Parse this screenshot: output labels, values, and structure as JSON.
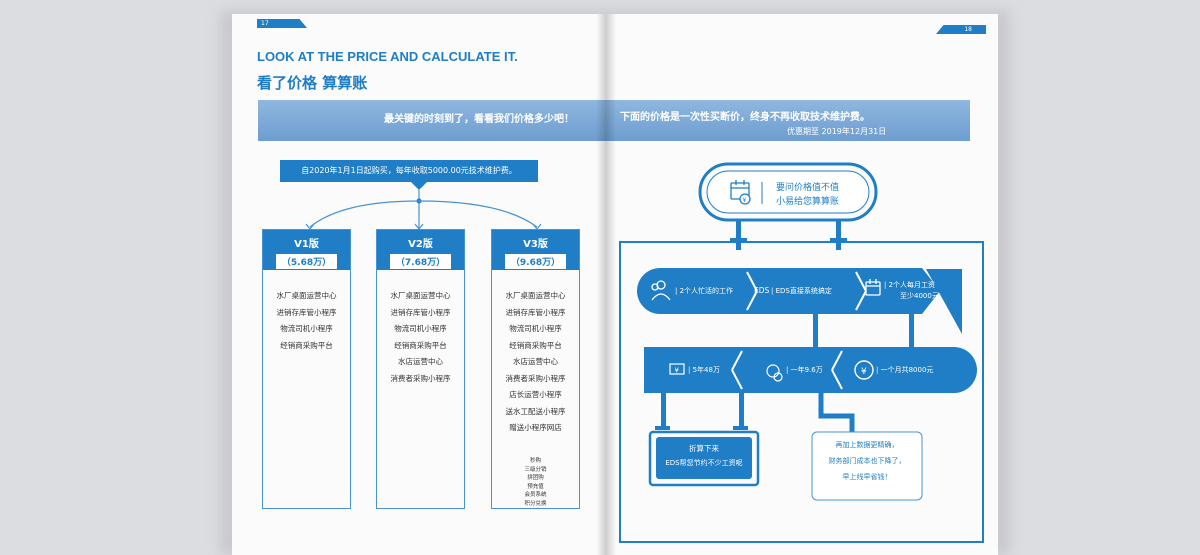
{
  "left_page": {
    "page_number": "17",
    "title_en": "LOOK AT THE PRICE AND CALCULATE IT.",
    "title_cn": "看了价格 算算账",
    "band_text": "最关键的时刻到了，看看我们价格多少吧！",
    "banner_text": "自2020年1月1日起购买，每年收取5000.00元技术维护费。",
    "versions": [
      {
        "name": "V1版",
        "price": "（5.68万）",
        "items": [
          "水厂桌面运营中心",
          "进销存库管小程序",
          "物流司机小程序",
          "经销商采购平台"
        ],
        "sub_items": []
      },
      {
        "name": "V2版",
        "price": "（7.68万）",
        "items": [
          "水厂桌面运营中心",
          "进销存库管小程序",
          "物流司机小程序",
          "经销商采购平台",
          "水店运营中心",
          "消费者采购小程序"
        ],
        "sub_items": []
      },
      {
        "name": "V3版",
        "price": "（9.68万）",
        "items": [
          "水厂桌面运营中心",
          "进销存库管小程序",
          "物流司机小程序",
          "经销商采购平台",
          "水店运营中心",
          "消费者采购小程序",
          "店长运营小程序",
          "送水工配送小程序",
          "赠送小程序网店"
        ],
        "sub_items": [
          "秒购",
          "三级分销",
          "拼团购",
          "预充值",
          "会员系统",
          "积分兑换"
        ]
      }
    ]
  },
  "right_page": {
    "page_number": "18",
    "band_text": "下面的价格是一次性买断价，终身不再收取技术维护费。",
    "band_subtext": "优惠期至 2019年12月31日",
    "capsule": {
      "line1": "要问价格值不值",
      "line2": "小易给您算算账",
      "icon": "calendar-yen-icon"
    },
    "row1": [
      {
        "icon": "people-icon",
        "text": "| 2个人忙活的工作"
      },
      {
        "icon": "eds-text-icon",
        "icon_text": "EDS",
        "text": "| EDS直接系统搞定"
      },
      {
        "icon": "calendar-icon",
        "text": "| 2个人每月工资",
        "text2": "至少4000元"
      }
    ],
    "row2": [
      {
        "icon": "cash-icon",
        "text": "| 5年48万"
      },
      {
        "icon": "coin-icon",
        "text": "| 一年9.6万"
      },
      {
        "icon": "yen-circle-icon",
        "text": "| 一个月共8000元"
      }
    ],
    "result_box": {
      "line1": "折算下来",
      "line2": "EDS帮您节约不少工资呢"
    },
    "note_box": {
      "line1": "再加上数据更精确，",
      "line2": "财务部门成本也下降了，",
      "line3": "早上线早省钱！"
    }
  },
  "colors": {
    "accent": "#1f7ec6",
    "band": "#7ea9d8",
    "page": "#fbfbfb",
    "background": "#dcdde0"
  }
}
